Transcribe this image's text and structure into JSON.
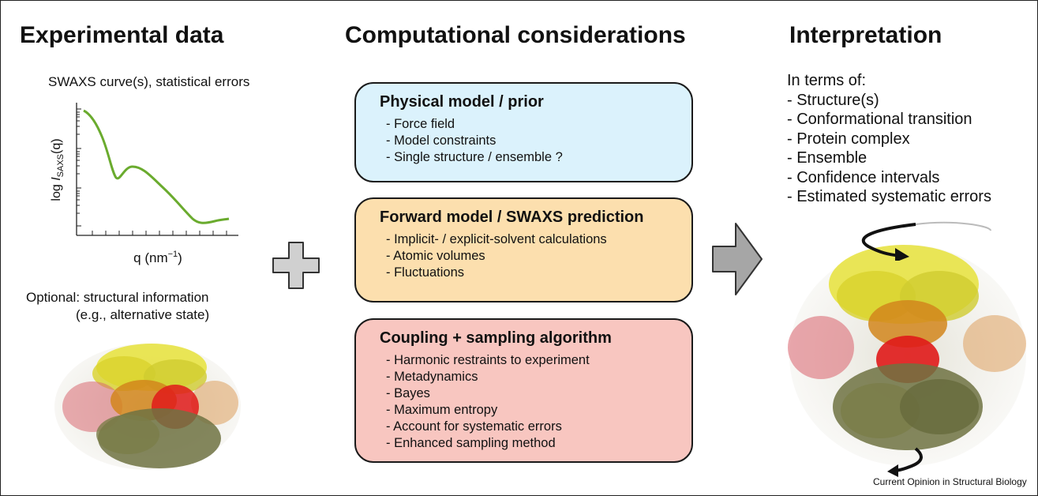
{
  "columns": {
    "experimental": {
      "title": "Experimental data",
      "curve_caption": "SWAXS curve(s), statistical errors",
      "ylabel_prefix": "log ",
      "ylabel_I": "I",
      "ylabel_sub": "SAXS",
      "ylabel_suffix": "(q)",
      "xlabel_prefix": "q (nm",
      "xlabel_sup": "−1",
      "xlabel_suffix": ")",
      "optional_line1": "Optional: structural information",
      "optional_line2": "(e.g., alternative state)"
    },
    "computational": {
      "title": "Computational considerations",
      "boxes": [
        {
          "title": "Physical model / prior",
          "fill": "#dbf2fc",
          "items": [
            "- Force field",
            "- Model constraints",
            "- Single structure / ensemble ?"
          ]
        },
        {
          "title": "Forward model / SWAXS prediction",
          "fill": "#fcdfae",
          "items": [
            "- Implicit- / explicit-solvent calculations",
            "- Atomic volumes",
            "- Fluctuations"
          ]
        },
        {
          "title": "Coupling + sampling algorithm",
          "fill": "#f8c6c0",
          "items": [
            "- Harmonic restraints to experiment",
            "- Metadynamics",
            "- Bayes",
            "- Maximum entropy",
            "- Account for systematic errors",
            "- Enhanced sampling method"
          ]
        }
      ]
    },
    "interpretation": {
      "title": "Interpretation",
      "intro": "In terms of:",
      "items": [
        "- Structure(s)",
        "- Conformational transition",
        "- Protein complex",
        "- Ensemble",
        "- Confidence intervals",
        "- Estimated systematic errors"
      ]
    }
  },
  "footer": "Current Opinion in Structural Biology",
  "colors": {
    "curve": "#6aab2e",
    "plus_fill": "#d0d0d0",
    "arrow_fill": "#a6a6a6",
    "outline": "#333333"
  },
  "icons": [
    "plus-icon",
    "right-arrow-icon",
    "rotation-arrow-icon"
  ]
}
